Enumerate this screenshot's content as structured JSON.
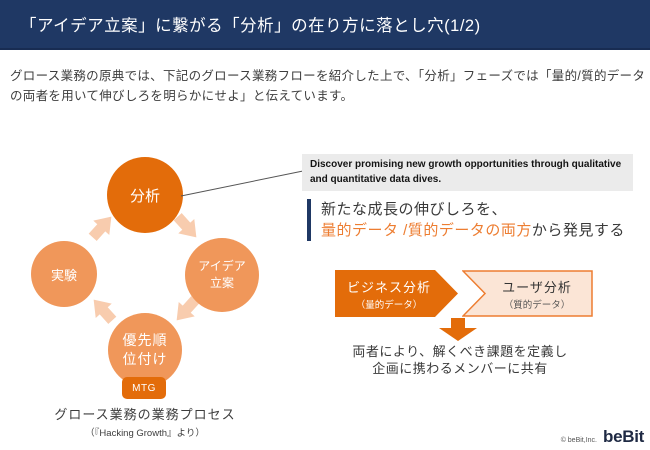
{
  "slide": {
    "title": "「アイデア立案」に繋がる「分析」の在り方に落とし穴(1/2)",
    "intro": "グロース業務の原典では、下記のグロース業務フローを紹介した上で、「分析」フェーズでは「量的/質的データの両者を用いて伸びしろを明らかにせよ」と伝えています。"
  },
  "cycle": {
    "analysis": "分析",
    "experiment": "実験",
    "ideation_line1": "アイデア",
    "ideation_line2": "立案",
    "priority_line1": "優先順",
    "priority_line2": "位付け",
    "mtg_badge": "MTG",
    "caption": "グロース業務の業務プロセス",
    "caption_sub": "（『Hacking Growth』より）"
  },
  "callout": {
    "text": "Discover promising new growth opportunities through qualitative and quantitative data dives."
  },
  "statement": {
    "line1": "新たな成長の伸びしろを、",
    "line2_highlight": "量的データ /質的データの両方",
    "line2_rest": "から発見する"
  },
  "flow": {
    "business_title": "ビジネス分析",
    "business_sub": "（量的データ）",
    "user_title": "ユーザ分析",
    "user_sub": "（質的データ）",
    "result_line1": "両者により、解くべき課題を定義し",
    "result_line2": "企画に携わるメンバーに共有"
  },
  "footer": {
    "copyright": "© beBit,Inc.",
    "logo": "beBit"
  },
  "colors": {
    "header_navy": "#1F3864",
    "orange_dark": "#E36C0A",
    "orange_mid": "#F0975A",
    "orange_pale": "#F8CCAE",
    "orange_text": "#ED7D31",
    "chevron_cream": "#FBE5D6",
    "callout_gray": "#EBEBEB"
  }
}
